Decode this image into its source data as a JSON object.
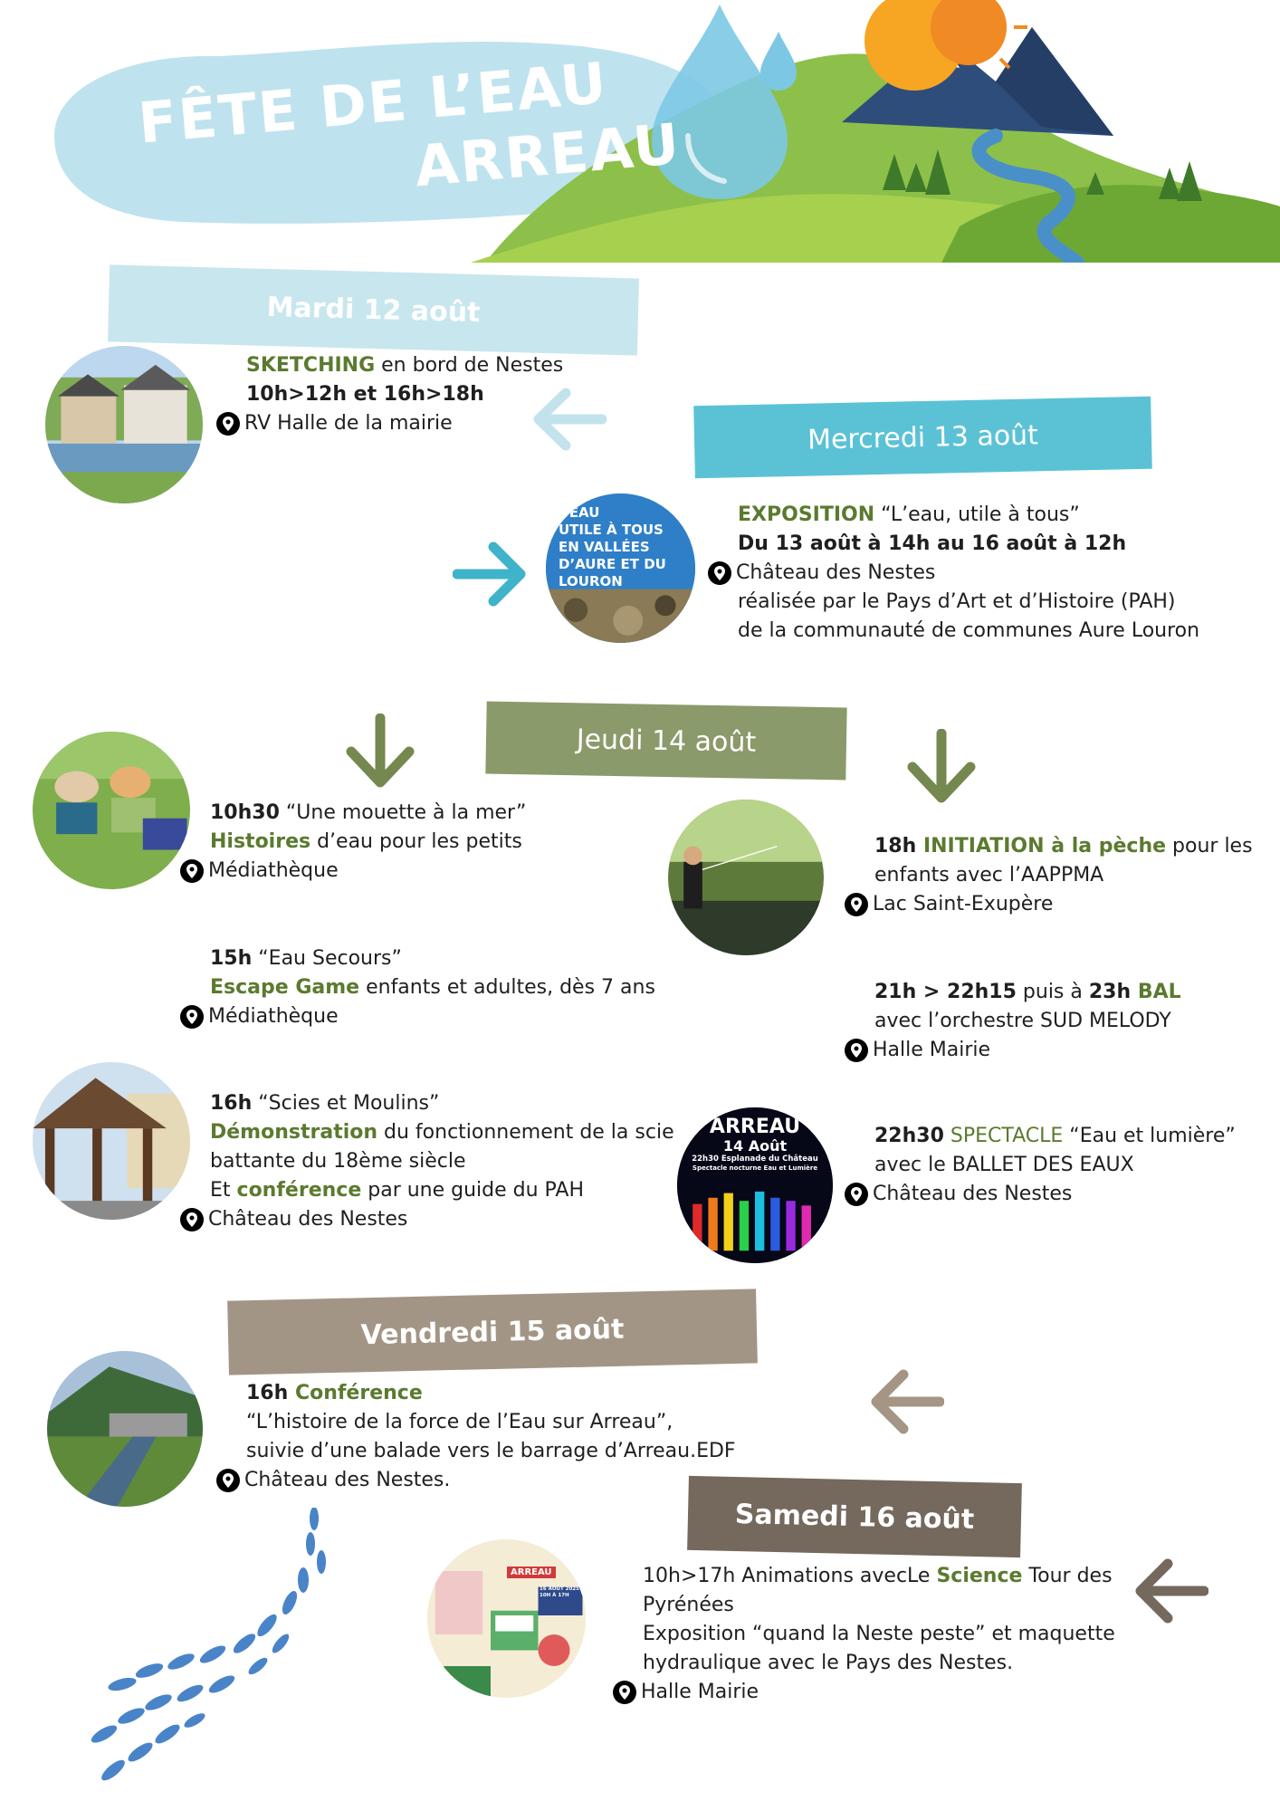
{
  "header": {
    "title_line1": "FÊTE DE L’EAU",
    "title_line2": "ARREAU"
  },
  "days": {
    "tue": "Mardi 12 août",
    "wed": "Mercredi 13 août",
    "thu": "Jeudi 14 août",
    "fri": "Vendredi 15 août",
    "sat": "Samedi 16 août"
  },
  "events": {
    "sketching": {
      "name": "SKETCHING",
      "rest": " en bord de Nestes",
      "time": "10h>12h  et  16h>18h",
      "place": "RV Halle de la mairie"
    },
    "expo": {
      "name": "EXPOSITION",
      "rest": " “L’eau, utile à tous”",
      "dates": "Du 13 août à 14h au 16 août à 12h",
      "place": "Château des Nestes",
      "line4": "réalisée par le Pays d’Art et d’Histoire (PAH)",
      "line5": "de la communauté de communes Aure Louron",
      "poster_lines": [
        "L’EAU",
        "UTILE À TOUS",
        "EN VALLÉES",
        "D’AURE ET DU",
        "LOURON"
      ]
    },
    "mouette": {
      "time": "10h30",
      "title": "  “Une mouette à la mer”",
      "kw": "Histoires",
      "rest": " d’eau pour les petits",
      "place": "Médiathèque"
    },
    "escape": {
      "time": "15h",
      "title": " “Eau Secours”",
      "kw": "Escape Game",
      "rest": " enfants et adultes, dès 7 ans",
      "place": "Médiathèque"
    },
    "scies": {
      "time": "16h",
      "title": " “Scies et Moulins”",
      "kw": "Démonstration",
      "rest": " du fonctionnement de la scie",
      "line3": "battante du 18ème siècle",
      "pre4": "Et ",
      "kw2": "conférence",
      "rest4": " par une guide du PAH",
      "place": "Château des Nestes"
    },
    "peche": {
      "time": "18h",
      "kw": " INITIATION à la pèche",
      "rest": " pour les",
      "line2": "enfants avec l’AAPPMA",
      "place": "Lac Saint-Exupère"
    },
    "bal": {
      "t1": "21h > 22h15",
      "mid": " puis à ",
      "t2": "23h",
      "kw": " BAL",
      "line2": "avec l’orchestre SUD MELODY",
      "place": "Halle Mairie"
    },
    "spectacle": {
      "time": "22h30",
      "kw": " SPECTACLE",
      "rest": " “Eau et lumière”",
      "line2": "avec le BALLET DES EAUX",
      "place": "Château des Nestes",
      "poster_title": "ARREAU",
      "poster_date": "14 Août",
      "poster_sub1": "22h30 Esplanade du Château",
      "poster_sub2": "Spectacle nocturne Eau et Lumière"
    },
    "conference": {
      "time": "16h",
      "kw": " Conférence",
      "line2": "“L’histoire de la force de l’Eau sur Arreau”,",
      "line3": "suivie d’une balade vers le barrage d’Arreau.EDF",
      "place": "Château des Nestes."
    },
    "science": {
      "pre": "10h>17h  Animations avecLe ",
      "kw": "Science",
      "rest": " Tour des",
      "line2": "Pyrénées",
      "line3": "Exposition “quand la Neste peste” et maquette",
      "line4": "hydraulique avec le Pays des Nestes.",
      "place": "Halle Mairie",
      "poster_label": "ARREAU",
      "poster_date": "16 AOÛT 2025",
      "poster_hours": "10H À 17H"
    }
  },
  "colors": {
    "tue_band": "#c8e6ee",
    "wed_band": "#5bc2d6",
    "thu_band": "#8a9a6a",
    "fri_band": "#a39585",
    "sat_band": "#75685c",
    "green_text": "#5b7a2f"
  }
}
